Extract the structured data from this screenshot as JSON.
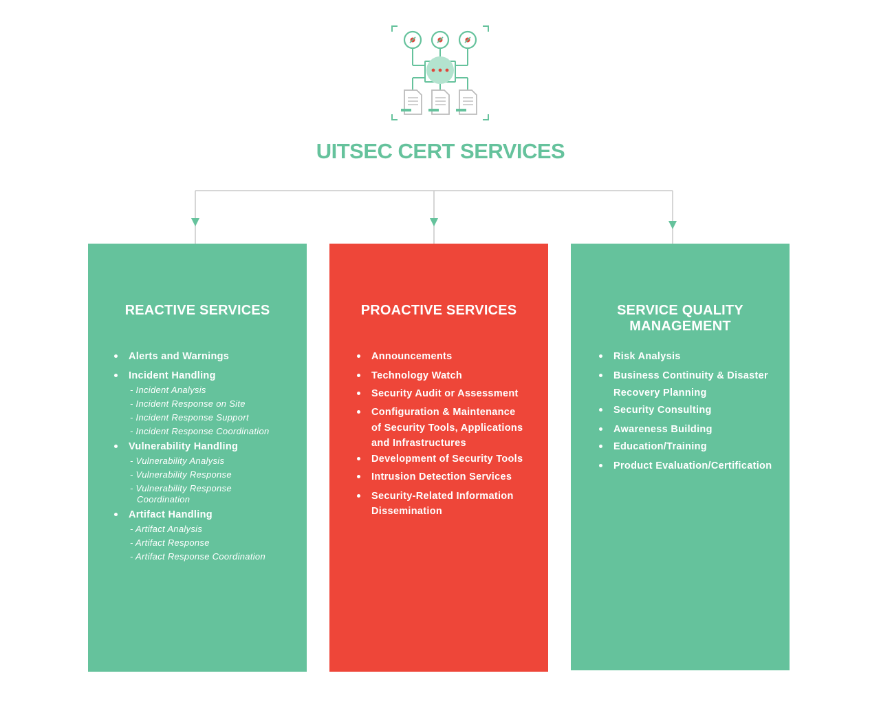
{
  "title": "UITSEC CERT SERVICES",
  "colors": {
    "green": "#65c29c",
    "red": "#ee4639",
    "connector": "#c8c8c8",
    "doc": "#bcbcbc"
  },
  "icons": [
    "network-nodes-icon",
    "document-icon"
  ],
  "reactive": {
    "title_lines": [
      "REACTIVE SERVICES"
    ],
    "items": [
      {
        "label": "Alerts and Warnings"
      },
      {
        "label": "Incident Handling",
        "subs": [
          "- Incident Analysis",
          "- Incident Response on Site",
          "- Incident Response Support",
          "- Incident Response Coordination"
        ]
      },
      {
        "label": "Vulnerability Handling",
        "subs": [
          "- Vulnerability Analysis",
          "- Vulnerability Response",
          "- Vulnerability Response",
          "Coordination"
        ]
      },
      {
        "label": "Artifact Handling",
        "subs": [
          "- Artifact Analysis",
          "- Artifact Response",
          "- Artifact Response Coordination"
        ]
      }
    ]
  },
  "proactive": {
    "title_lines": [
      "PROACTIVE SERVICES"
    ],
    "items": [
      "Announcements",
      "Technology Watch",
      "Security Audit or Assessment",
      "Configuration & Maintenance",
      "of Security Tools, Applications",
      "and Infrastructures",
      "Development of Security Tools",
      "Intrusion Detection Services",
      "Security-Related Information",
      "Dissemination"
    ]
  },
  "quality": {
    "title_lines": [
      "SERVICE QUALITY",
      "MANAGEMENT"
    ],
    "items": [
      "Risk Analysis",
      "Business Continuity & Disaster",
      "Recovery Planning",
      "Security Consulting",
      "Awareness Building",
      "Education/Training",
      "Product Evaluation/Certification"
    ]
  }
}
